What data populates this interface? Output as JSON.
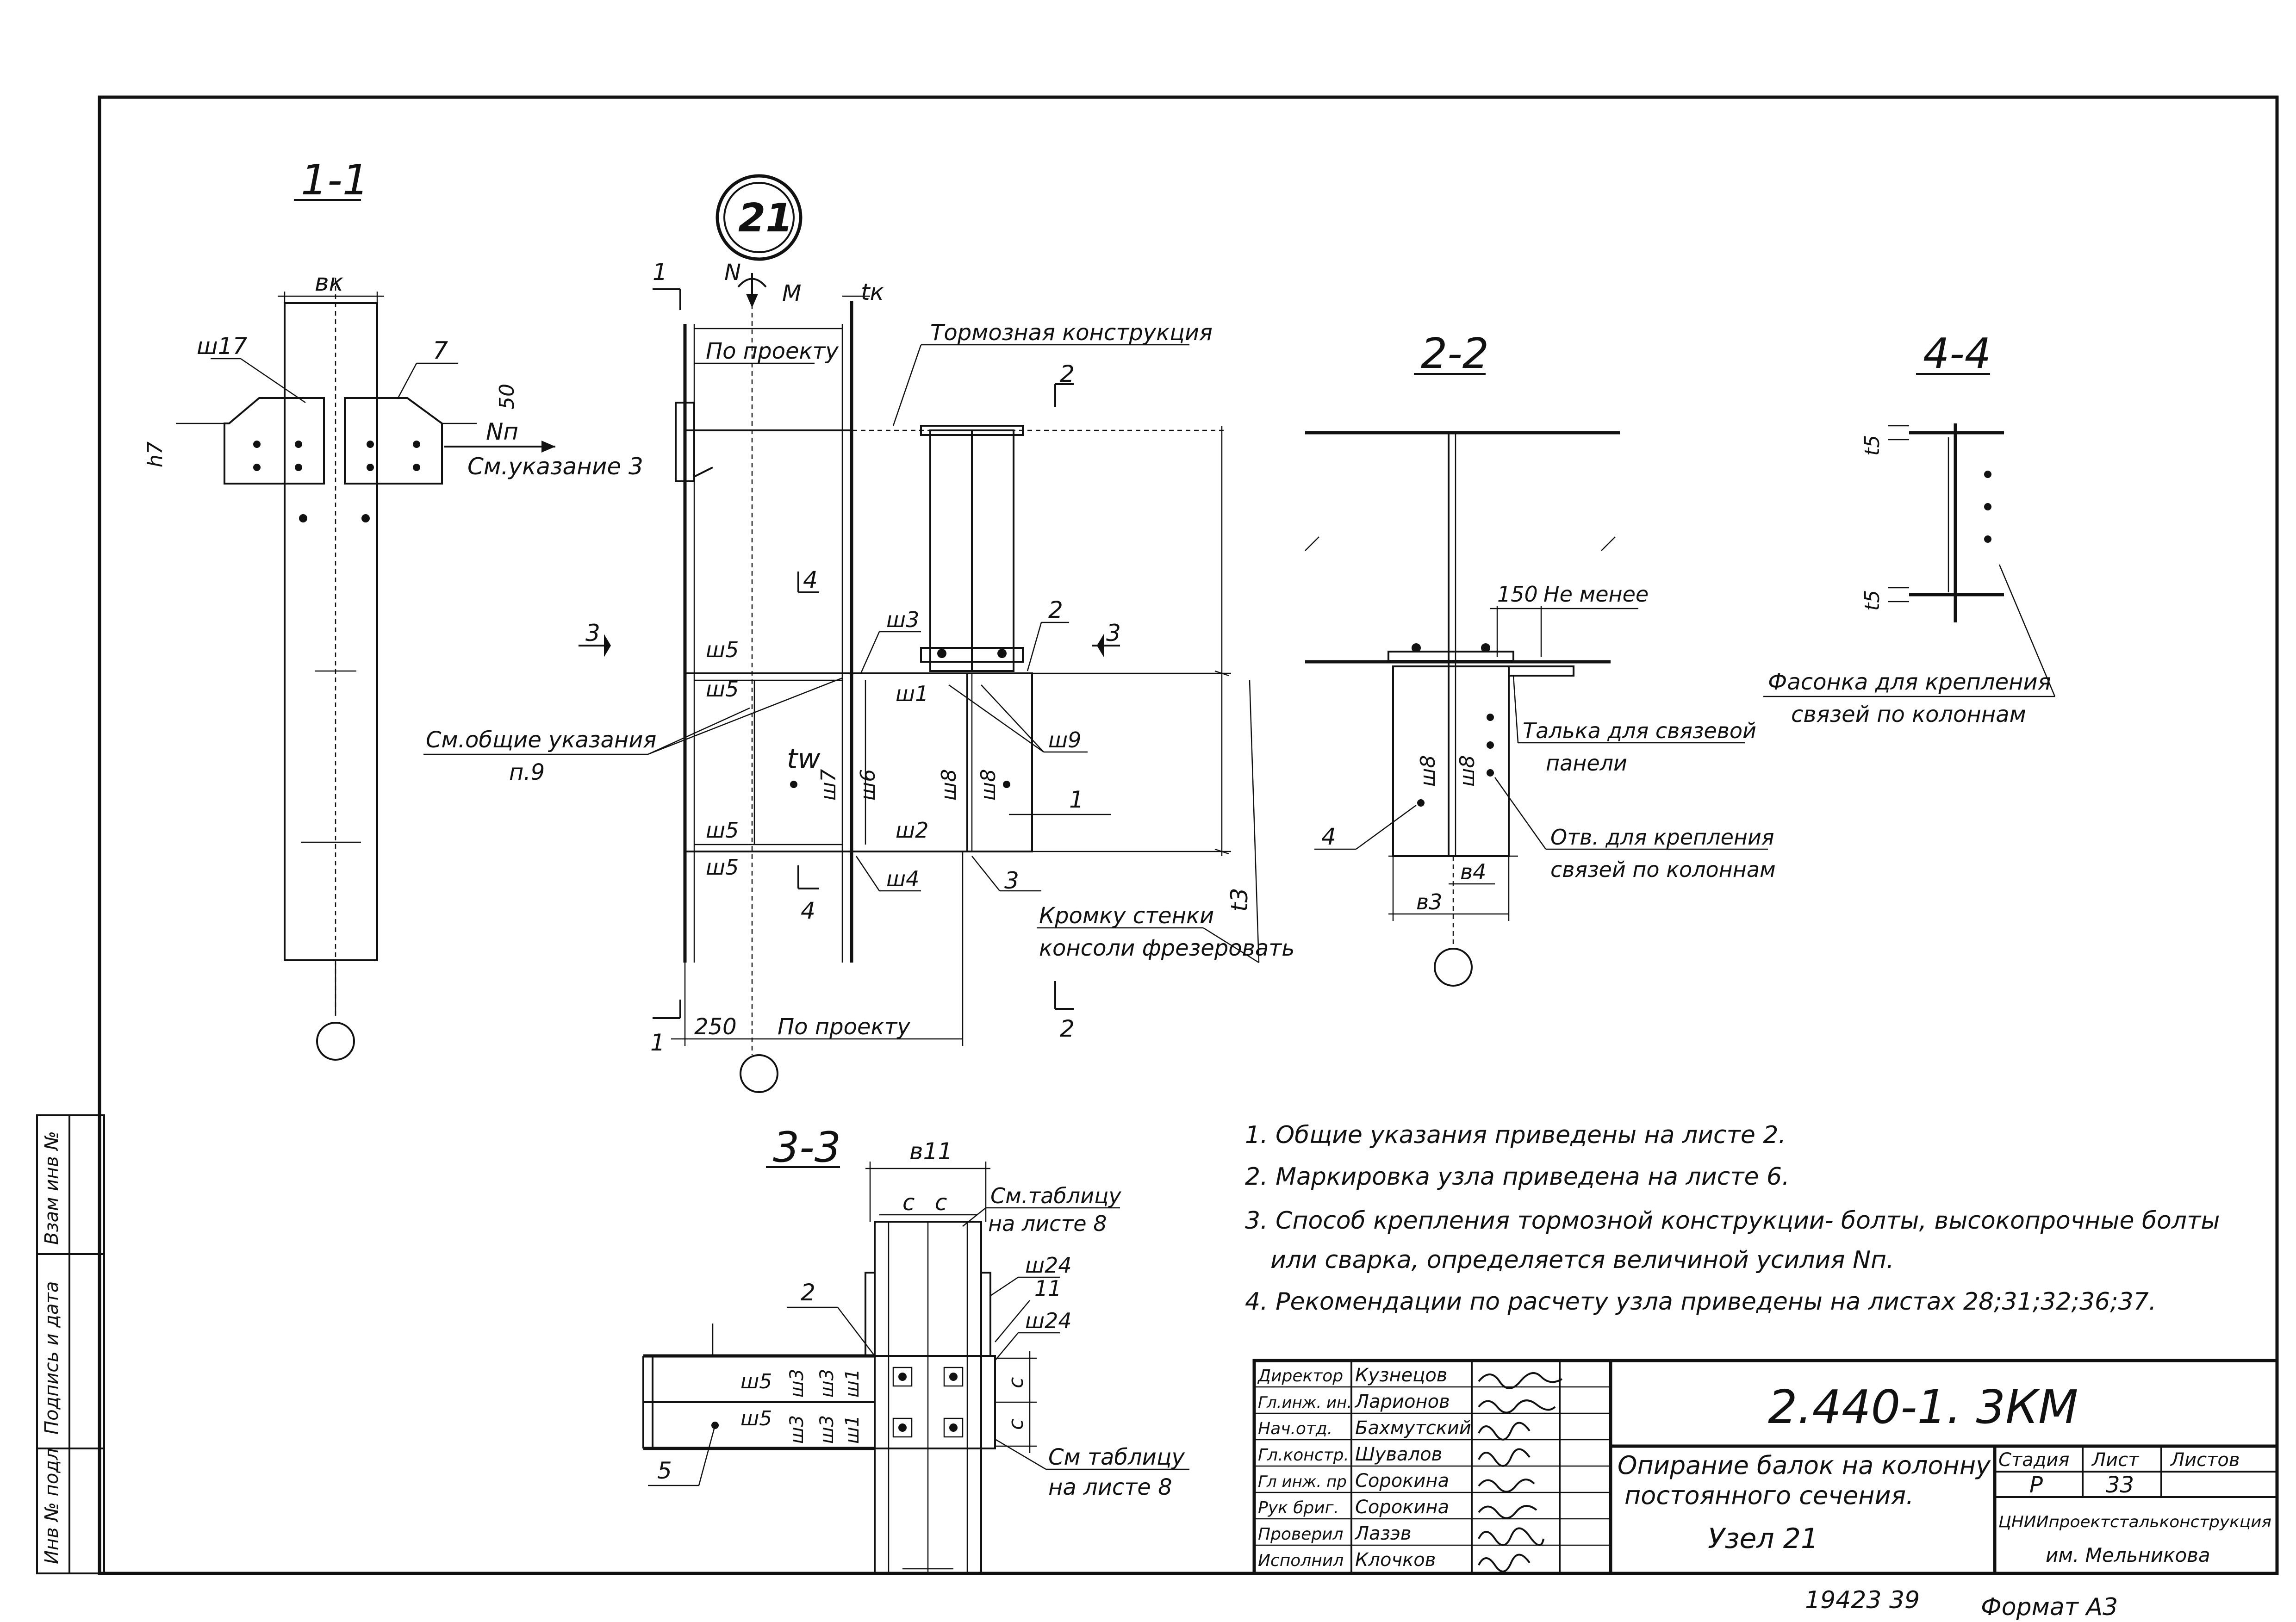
{
  "sections": {
    "s11": "1-1",
    "s22": "2-2",
    "s33": "3-3",
    "s44": "4-4",
    "node": "21"
  },
  "view11": {
    "bk": "вк",
    "w17": "ш17",
    "pos7": "7",
    "dim50": "50",
    "h7": "h7",
    "Nn": "Nп",
    "note": "См.указание 3"
  },
  "main": {
    "N": "N",
    "M": "M",
    "tk": "tк",
    "po_proektu_top": "По проекту",
    "tormoz": "Тормозная конструкция",
    "cut1": "1",
    "cut2": "2",
    "cut3": "3",
    "cut4": "4",
    "w3": "ш3",
    "w5a": "ш5",
    "w5b": "ш5",
    "w5c": "ш5",
    "w5d": "ш5",
    "w1": "ш1",
    "w9": "ш9",
    "w7": "ш7",
    "w6": "ш6",
    "w8a": "ш8",
    "w8b": "ш8",
    "w2": "ш2",
    "w4": "ш4",
    "tw": "tw",
    "pos1": "1",
    "pos2": "2",
    "pos3": "3",
    "t3": "t3",
    "obsh1": "См.общие указания",
    "obsh2": "п.9",
    "kromka1": "Кромку стенки",
    "kromka2": "консоли фрезеровать",
    "dim250": "250",
    "po_proektu_bot": "По проекту"
  },
  "view22": {
    "dim150": "150",
    "ne_menee": "Не менее",
    "talka1": "Талька для связевой",
    "talka2": "панели",
    "w8a": "ш8",
    "w8b": "ш8",
    "pos4": "4",
    "otv1": "Отв. для крепления",
    "otv2": "связей по колоннам",
    "b4": "в4",
    "b3": "в3"
  },
  "view44": {
    "t5a": "t5",
    "t5b": "t5",
    "fas1": "Фасонка для крепления",
    "fas2": "связей по колоннам"
  },
  "view33": {
    "b11": "в11",
    "c1": "c",
    "c2": "c",
    "c3": "c",
    "c4": "c",
    "sm1a": "См.таблицу",
    "sm1b": "на листе 8",
    "w24a": "ш24",
    "w24b": "ш24",
    "pos11": "11",
    "pos2": "2",
    "pos5": "5",
    "w5a": "ш5",
    "w5b": "ш5",
    "w3a": "ш3",
    "w3b": "ш3",
    "w3c": "ш3",
    "w3d": "ш3",
    "w1a": "ш1",
    "w1b": "ш1",
    "sm2a": "См таблицу",
    "sm2b": "на листе 8"
  },
  "notes": [
    "1. Общие указания приведены на листе 2.",
    "2. Маркировка узла приведена на листе 6.",
    "3. Способ крепления тормозной конструкции- болты, высокопрочные болты",
    "или сварка, определяется величиной усилия Nп.",
    "4. Рекомендации по расчету узла приведены на листах 28;31;32;36;37."
  ],
  "side_stamp": {
    "vzam": "Взам инв №",
    "podp": "Подпись и дата",
    "inv": "Инв № подл"
  },
  "title_block": {
    "code": "2.440-1. 3КМ",
    "title1": "Опирание балок на колонну",
    "title2": "постоянного сечения.",
    "title3": "Узел 21",
    "stage_label": "Стадия",
    "sheet_label": "Лист",
    "sheets_label": "Листов",
    "stage": "Р",
    "sheet": "33",
    "org1": "ЦНИИпроектстальконструкция",
    "org2": "им. Мельникова",
    "roles": [
      {
        "role": "Директор",
        "name": "Кузнецов"
      },
      {
        "role": "Гл.инж. ин.",
        "name": "Ларионов"
      },
      {
        "role": "Нач.отд.",
        "name": "Бахмутский"
      },
      {
        "role": "Гл.констр.",
        "name": "Шувалов"
      },
      {
        "role": "Гл инж. пр",
        "name": "Сорокина"
      },
      {
        "role": "Рук бриг.",
        "name": "Сорокина"
      },
      {
        "role": "Проверил",
        "name": "Лазэв"
      },
      {
        "role": "Исполнил",
        "name": "Клочков"
      }
    ]
  },
  "footer": {
    "number": "19423 39",
    "format": "Формат А3"
  }
}
